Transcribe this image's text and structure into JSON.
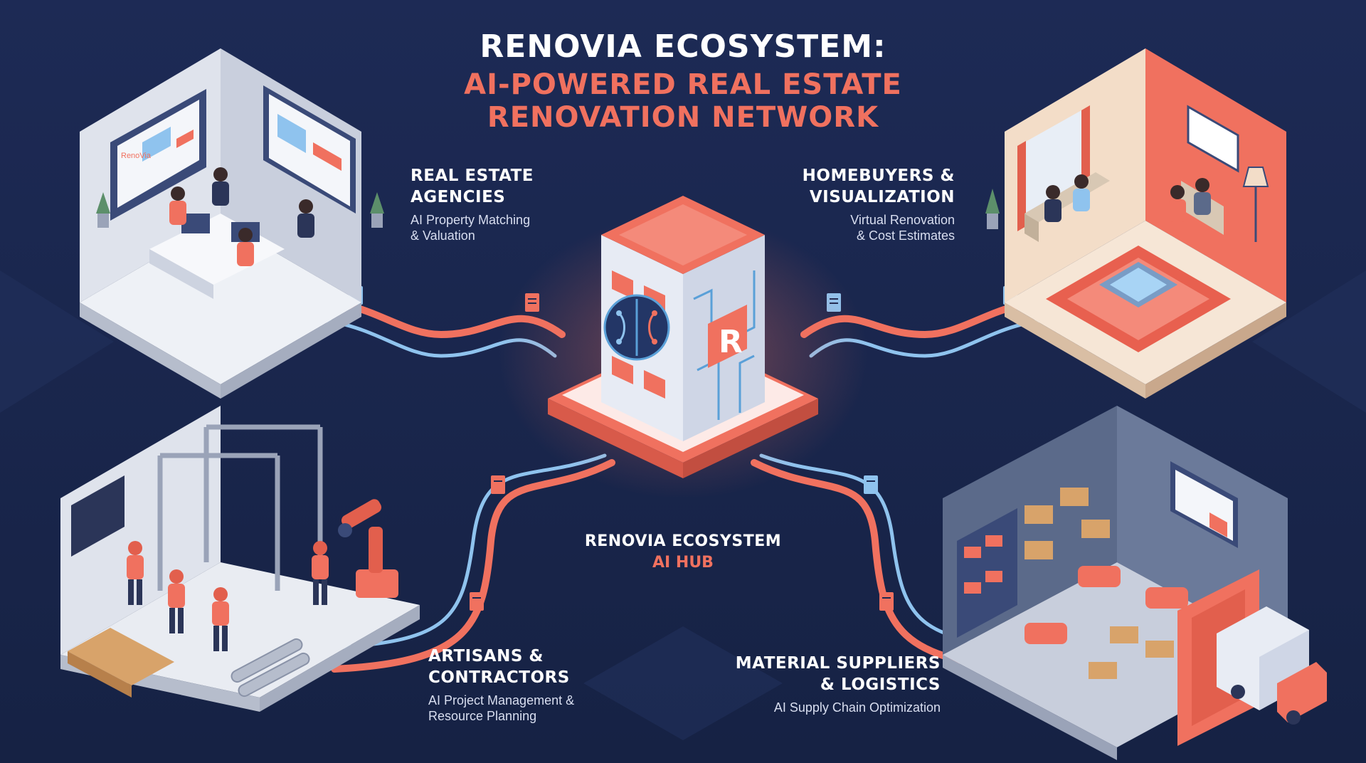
{
  "title": {
    "line1": "RENOVIA ECOSYSTEM:",
    "line2": "AI-POWERED REAL ESTATE",
    "line3": "RENOVATION NETWORK"
  },
  "hub": {
    "title": "RENOVIA ECOSYSTEM",
    "subtitle": "AI HUB",
    "logo_letter": "R"
  },
  "nodes": {
    "agencies": {
      "title_line1": "REAL ESTATE",
      "title_line2": "AGENCIES",
      "sub_line1": "AI Property Matching",
      "sub_line2": "& Valuation",
      "screen_logo": "RenoVia"
    },
    "homebuyers": {
      "title_line1": "HOMEBUYERS &",
      "title_line2": "VISUALIZATION",
      "sub_line1": "Virtual Renovation",
      "sub_line2": "& Cost Estimates"
    },
    "artisans": {
      "title_line1": "ARTISANS &",
      "title_line2": "CONTRACTORS",
      "sub_line1": "AI Project Management &",
      "sub_line2": "Resource Planning"
    },
    "suppliers": {
      "title_line1": "MATERIAL SUPPLIERS",
      "title_line2": "& LOGISTICS",
      "sub_line1": "AI Supply Chain Optimization"
    }
  },
  "colors": {
    "background": "#1b2850",
    "accent": "#f0715f",
    "flow_blue": "#8fc3ee",
    "text": "#ffffff"
  },
  "icons": [
    "brain-icon",
    "document-icon",
    "truck-icon",
    "robot-arm-icon",
    "shelf-icon",
    "sofa-icon",
    "monitor-icon"
  ]
}
